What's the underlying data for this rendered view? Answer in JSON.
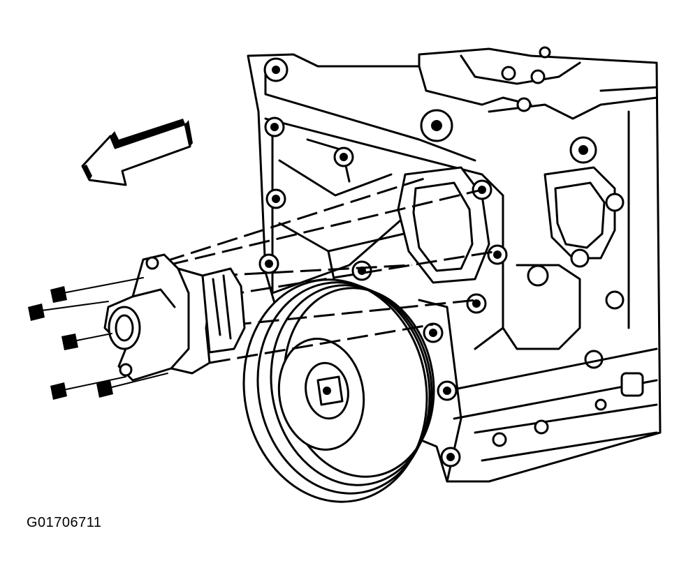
{
  "figure_id": "G01706711",
  "parts": {
    "arrow": "direction-arrow",
    "bolts": "water-pump-bolts",
    "pump": "water-pump",
    "pulley": "crankshaft-pulley",
    "block": "engine-block"
  }
}
